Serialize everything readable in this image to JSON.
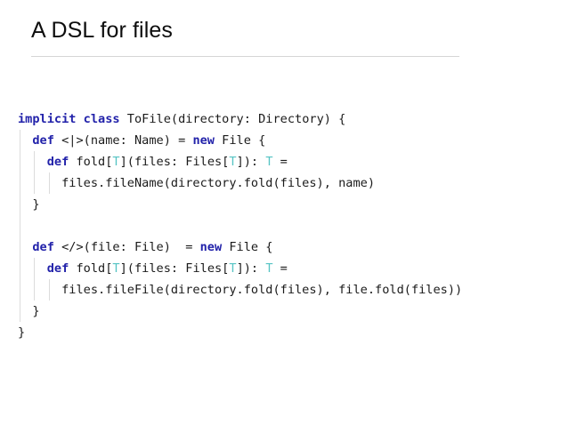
{
  "slide": {
    "title": "A DSL for files",
    "background_color": "#ffffff",
    "rule_color": "#d6d6d6"
  },
  "theme": {
    "keyword_color": "#2222aa",
    "type_param_color": "#56c4c4",
    "plain_text_color": "#1b1b1b",
    "indent_guide_color": "#dcdcdc"
  },
  "code": {
    "language": "scala",
    "plain_text": "implicit class ToFile(directory: Directory) {\n  def <|>(name: Name) = new File {\n    def fold[T](files: Files[T]): T =\n      files.fileName(directory.fold(files), name)\n  }\n\n  def </>(file: File)  = new File {\n    def fold[T](files: Files[T]): T =\n      files.fileFile(directory.fold(files), file.fold(files))\n  }\n}",
    "lines": [
      {
        "indent_guides": 0,
        "tokens": [
          {
            "t": "implicit",
            "k": "kw"
          },
          {
            "t": " ",
            "k": "pl"
          },
          {
            "t": "class",
            "k": "kw"
          },
          {
            "t": " ToFile(directory: Directory) {",
            "k": "pl"
          }
        ]
      },
      {
        "indent_guides": 1,
        "tokens": [
          {
            "t": "  ",
            "k": "pl"
          },
          {
            "t": "def",
            "k": "kw"
          },
          {
            "t": " <|>(name: Name) = ",
            "k": "pl"
          },
          {
            "t": "new",
            "k": "kw"
          },
          {
            "t": " File {",
            "k": "pl"
          }
        ]
      },
      {
        "indent_guides": 2,
        "tokens": [
          {
            "t": "    ",
            "k": "pl"
          },
          {
            "t": "def",
            "k": "kw"
          },
          {
            "t": " fold[",
            "k": "pl"
          },
          {
            "t": "T",
            "k": "tp"
          },
          {
            "t": "](files: Files[",
            "k": "pl"
          },
          {
            "t": "T",
            "k": "tp"
          },
          {
            "t": "]): ",
            "k": "pl"
          },
          {
            "t": "T",
            "k": "tp"
          },
          {
            "t": " =",
            "k": "pl"
          }
        ]
      },
      {
        "indent_guides": 3,
        "tokens": [
          {
            "t": "      files.fileName(directory.fold(files), name)",
            "k": "pl"
          }
        ]
      },
      {
        "indent_guides": 1,
        "tokens": [
          {
            "t": "  }",
            "k": "pl"
          }
        ]
      },
      {
        "indent_guides": 1,
        "tokens": [
          {
            "t": "",
            "k": "pl"
          }
        ]
      },
      {
        "indent_guides": 1,
        "tokens": [
          {
            "t": "  ",
            "k": "pl"
          },
          {
            "t": "def",
            "k": "kw"
          },
          {
            "t": " </>(file: File)  = ",
            "k": "pl"
          },
          {
            "t": "new",
            "k": "kw"
          },
          {
            "t": " File {",
            "k": "pl"
          }
        ]
      },
      {
        "indent_guides": 2,
        "tokens": [
          {
            "t": "    ",
            "k": "pl"
          },
          {
            "t": "def",
            "k": "kw"
          },
          {
            "t": " fold[",
            "k": "pl"
          },
          {
            "t": "T",
            "k": "tp"
          },
          {
            "t": "](files: Files[",
            "k": "pl"
          },
          {
            "t": "T",
            "k": "tp"
          },
          {
            "t": "]): ",
            "k": "pl"
          },
          {
            "t": "T",
            "k": "tp"
          },
          {
            "t": " =",
            "k": "pl"
          }
        ]
      },
      {
        "indent_guides": 3,
        "tokens": [
          {
            "t": "      files.fileFile(directory.fold(files), file.fold(files))",
            "k": "pl"
          }
        ]
      },
      {
        "indent_guides": 1,
        "tokens": [
          {
            "t": "  }",
            "k": "pl"
          }
        ]
      },
      {
        "indent_guides": 0,
        "tokens": [
          {
            "t": "}",
            "k": "pl"
          }
        ]
      }
    ]
  }
}
